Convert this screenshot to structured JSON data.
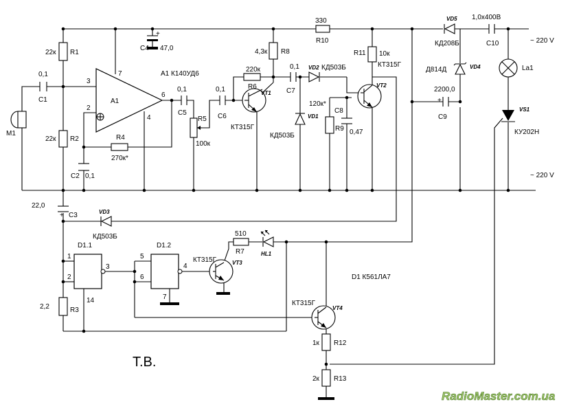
{
  "components": {
    "M1": "M1",
    "C1": "C1",
    "C1_val": "0,1",
    "R1": "R1",
    "R1_val": "22к",
    "R2": "R2",
    "R2_val": "22к",
    "C2": "C2",
    "C2_val": "0,1",
    "R4": "R4",
    "R4_val": "270к*",
    "A1": "A1",
    "A1_title": "A1 К140УД6",
    "pin3": "3",
    "pin2": "2",
    "pin7": "7",
    "pin6": "6",
    "pin4": "4",
    "C4": "C4",
    "C4_val": "47,0",
    "C5": "C5",
    "C5_val": "0,1",
    "R5": "R5",
    "R5_val": "100к",
    "C6": "C6",
    "C6_val": "0,1",
    "R6": "R6",
    "R6_val": "220к",
    "VT1": "VT1",
    "VT1_type": "КТ315Г",
    "R8": "R8",
    "R8_val": "4,3к",
    "R10": "R10",
    "R10_val": "330",
    "C7": "C7",
    "C7_val": "0,1",
    "VD2": "VD2",
    "VD2_type": "КД503Б",
    "VD1": "VD1",
    "VD1_type": "КД503Б",
    "R9": "R9",
    "R9_val": "120к*",
    "C8": "C8",
    "C8_val": "0,47",
    "R11": "R11",
    "R11_val": "10к",
    "VT2": "VT2",
    "VT2_type": "КТ315Г",
    "VD5": "VD5",
    "VD5_type": "КД208Б",
    "VD4": "VD4",
    "VD4_type": "Д814Д",
    "C9": "C9",
    "C9_val": "2200,0",
    "C10": "C10",
    "C10_val": "1,0x400В",
    "La1": "La1",
    "VS1": "VS1",
    "VS1_type": "КУ202Н",
    "C3": "C3",
    "C3_val": "22,0",
    "VD3": "VD3",
    "VD3_type": "КД503Б",
    "D11": "D1.1",
    "D12": "D1.2",
    "D1_title": "D1 К561ЛА7",
    "d11_p1": "1",
    "d11_p2": "2",
    "d11_p3": "3",
    "d11_p14": "14",
    "d12_p5": "5",
    "d12_p6": "6",
    "d12_p4": "4",
    "d12_p7": "7",
    "R3": "R3",
    "R3_val": "2,2",
    "VT3": "VT3",
    "VT3_type": "КТ315Г",
    "R7": "R7",
    "R7_val": "510",
    "HL1": "HL1",
    "VT4": "VT4",
    "VT4_type": "КТ315Г",
    "R12": "R12",
    "R12_val": "1к",
    "R13": "R13",
    "R13_val": "2к"
  },
  "mains_top": "~ 220 V",
  "mains_bottom": "~ 220 V",
  "signature": "Т.В.",
  "watermark": "RadioMaster.com.ua",
  "colors": {
    "ink": "#000000",
    "background": "#ffffff",
    "watermark_fill": "#9fc56a"
  }
}
